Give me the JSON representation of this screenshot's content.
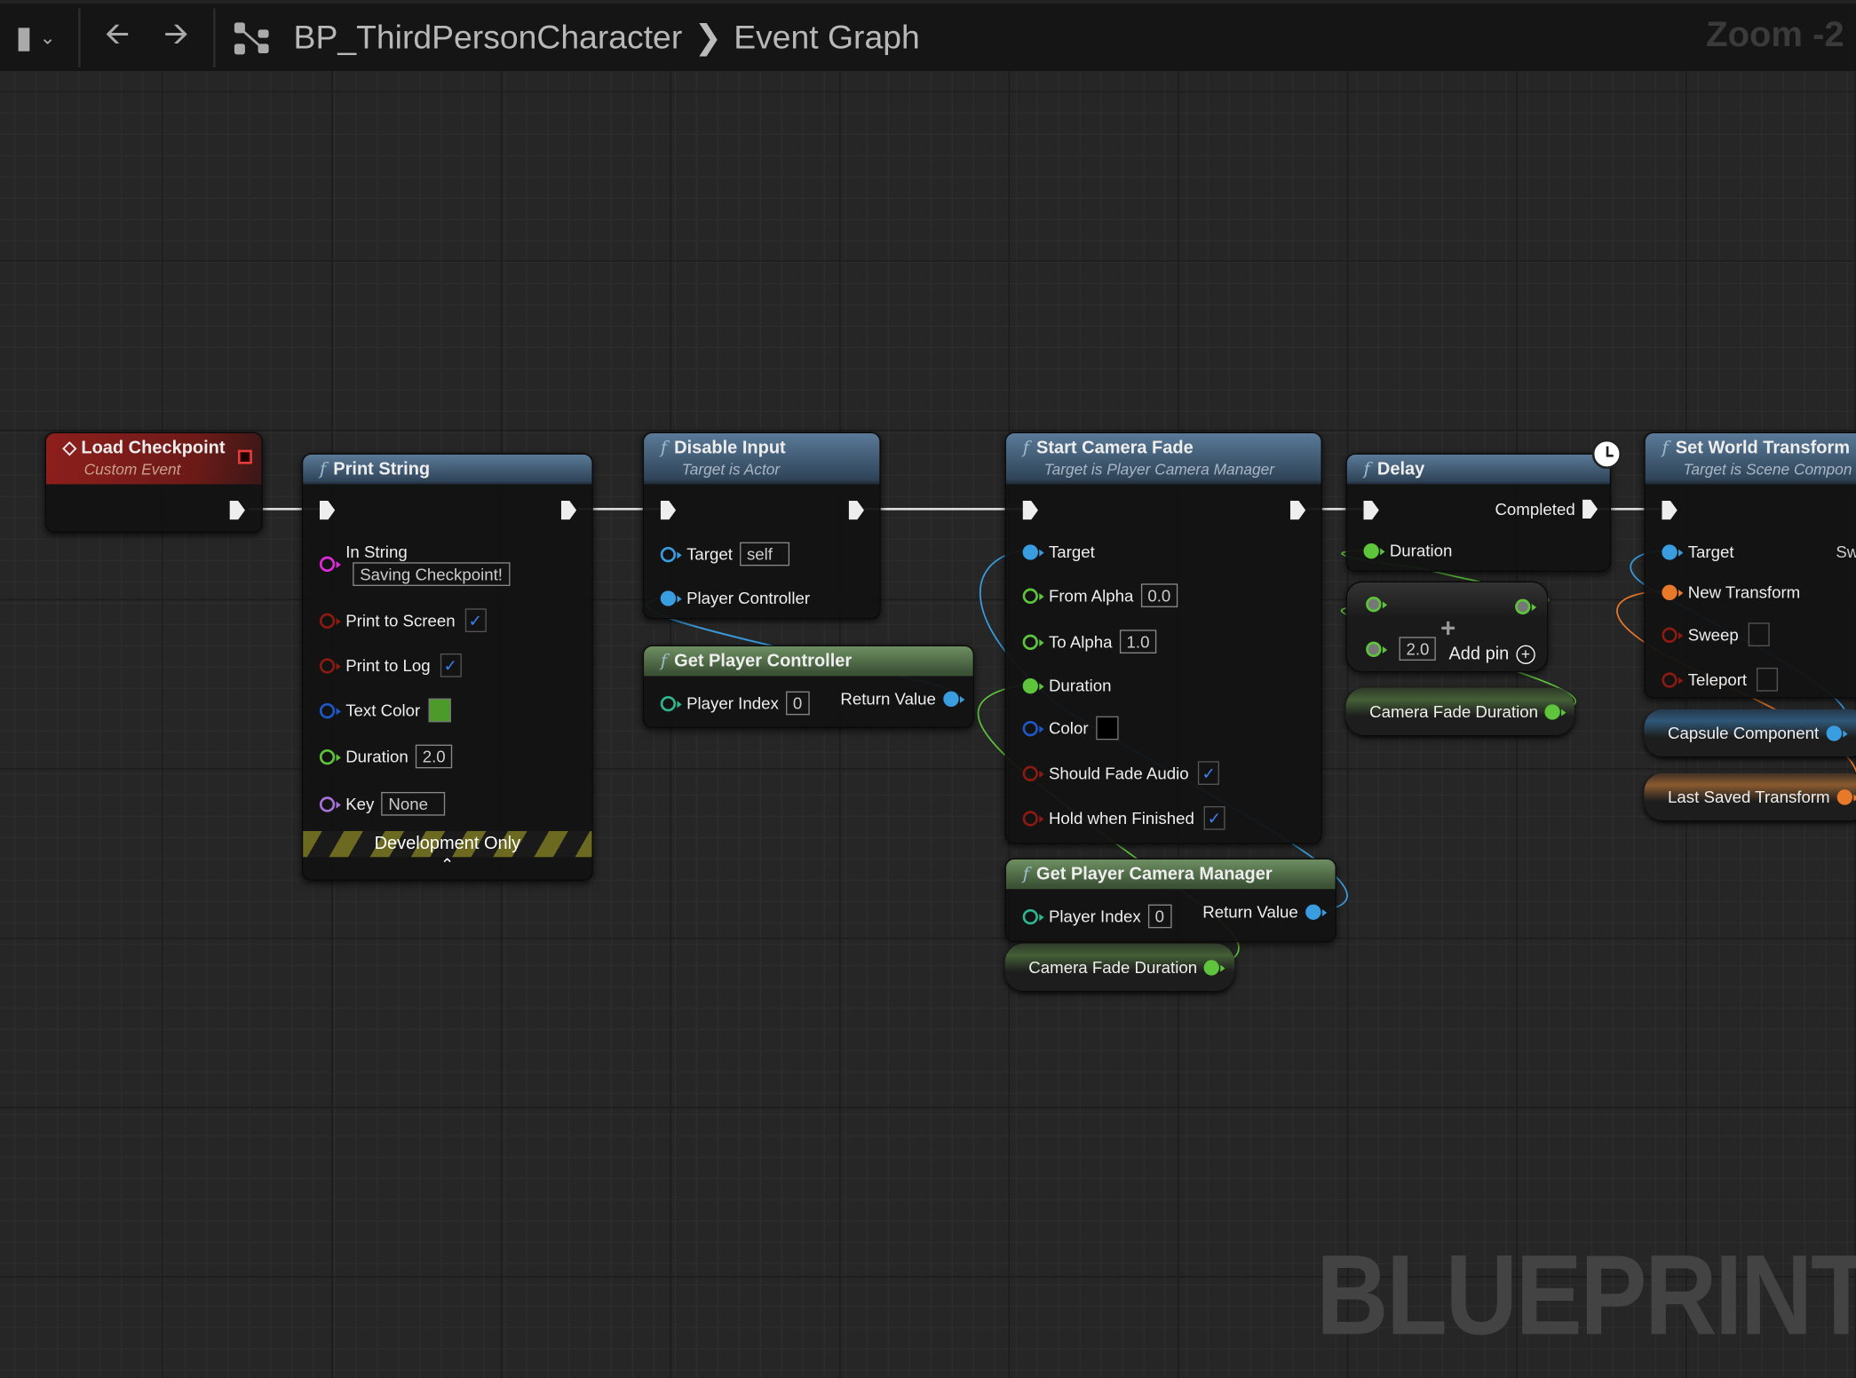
{
  "toolbar": {
    "breadcrumb_root": "BP_ThirdPersonCharacter",
    "breadcrumb_leaf": "Event Graph",
    "zoom": "Zoom -2"
  },
  "watermark": "BLUEPRINT",
  "nodes": {
    "load_checkpoint": {
      "title": "Load Checkpoint",
      "subtitle": "Custom Event"
    },
    "print_string": {
      "title": "Print String",
      "in_string_label": "In String",
      "in_string": "Saving Checkpoint!",
      "print_to_screen": "Print to Screen",
      "print_to_log": "Print to Log",
      "text_color": "Text Color",
      "text_color_value": "#4c9a2a",
      "duration": "Duration",
      "duration_value": "2.0",
      "key": "Key",
      "key_value": "None",
      "dev_only": "Development Only"
    },
    "disable_input": {
      "title": "Disable Input",
      "subtitle": "Target is Actor",
      "target": "Target",
      "target_value": "self",
      "player_controller": "Player Controller"
    },
    "get_player_controller": {
      "title": "Get Player Controller",
      "player_index": "Player Index",
      "player_index_value": "0",
      "return_value": "Return Value"
    },
    "start_camera_fade": {
      "title": "Start Camera Fade",
      "subtitle": "Target is Player Camera Manager",
      "target": "Target",
      "from_alpha": "From Alpha",
      "from_alpha_value": "0.0",
      "to_alpha": "To Alpha",
      "to_alpha_value": "1.0",
      "duration": "Duration",
      "color": "Color",
      "should_fade_audio": "Should Fade Audio",
      "hold_when_finished": "Hold when Finished"
    },
    "get_player_camera_manager": {
      "title": "Get Player Camera Manager",
      "player_index": "Player Index",
      "player_index_value": "0",
      "return_value": "Return Value"
    },
    "camera_fade_duration_1": {
      "label": "Camera Fade Duration"
    },
    "delay": {
      "title": "Delay",
      "completed": "Completed",
      "duration": "Duration"
    },
    "add": {
      "operator": "+",
      "value": "2.0",
      "add_pin": "Add pin"
    },
    "camera_fade_duration_2": {
      "label": "Camera Fade Duration"
    },
    "set_world_transform": {
      "title": "Set World Transform",
      "subtitle": "Target is Scene Compon",
      "target": "Target",
      "sweep_hit": "Sw",
      "new_transform": "New Transform",
      "sweep": "Sweep",
      "teleport": "Teleport"
    },
    "capsule_component": {
      "label": "Capsule Component"
    },
    "last_saved_transform": {
      "label": "Last Saved Transform"
    }
  },
  "colors": {
    "object_pin": "#3a9de0",
    "float_pin": "#5ec43c",
    "bool_pin": "#8a1a12",
    "string_pin": "#e02ad8",
    "struct_pin": "#1f57c8",
    "name_pin": "#a672d8",
    "transform_pin": "#e8782a",
    "int_pin": "#2fb58f"
  }
}
